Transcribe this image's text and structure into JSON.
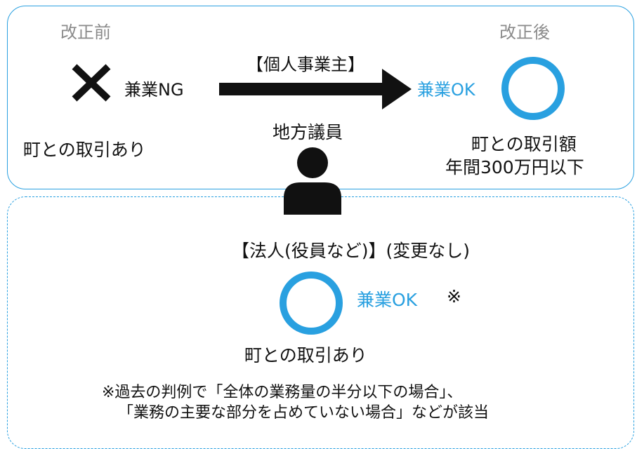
{
  "top": {
    "before_label": "改正前",
    "after_label": "改正後",
    "ng_text": "兼業NG",
    "arrow_label": "【個人事業主】",
    "ok_text": "兼業OK",
    "before_condition": "町との取引あり",
    "after_condition_line1": "町との取引額",
    "after_condition_line2": "年間300万円以下"
  },
  "center": {
    "person_label": "地方議員"
  },
  "bottom": {
    "heading": "【法人(役員など)】(変更なし)",
    "ok_text": "兼業OK",
    "ok_mark": "※",
    "condition": "町との取引あり",
    "note_line1": "※過去の判例で「全体の業務量の半分以下の場合」、",
    "note_line2": "「業務の主要な部分を占めていない場合」などが該当"
  },
  "colors": {
    "accent": "#29a0e0",
    "text": "#111111",
    "muted": "#8a8a8a"
  },
  "icons": [
    "cross-icon",
    "arrow-right-icon",
    "circle-ok-icon",
    "person-icon"
  ]
}
